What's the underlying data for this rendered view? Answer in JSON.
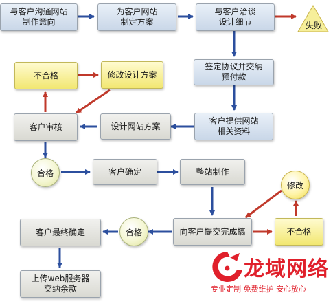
{
  "nodes": {
    "communicate": "与客户沟通网站\n制作意向",
    "plan": "为客户网站\n制定方案",
    "discuss": "与客户洽谈\n设计细节",
    "fail": "失败",
    "contract": "签定协议并交纳\n预付款",
    "materials": "客户提供网站\n相关资料",
    "design": "设计网站方案",
    "review": "客户审核",
    "fail_review": "不合格",
    "modify_plan": "修改设计方案",
    "pass1": "合格",
    "confirm": "客户确定",
    "build": "整站制作",
    "submit": "向客户提交完成搞",
    "fail_submit": "不合格",
    "modify": "修改",
    "pass2": "合格",
    "final_confirm": "客户最终确定",
    "upload": "上传web服务器\n交纳余款"
  },
  "logo": {
    "name": "龙域网络",
    "slogan": "专业定制 免费维护 安心放心"
  },
  "colors": {
    "flow_arrow": "#2c4f9e",
    "reject_arrow": "#c0392b",
    "brand": "#e0202b"
  }
}
